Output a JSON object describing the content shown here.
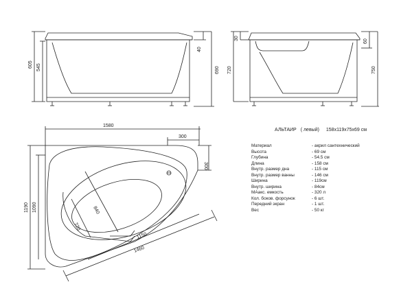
{
  "title": {
    "model": "АЛЬТАИР",
    "variant": "( левый)",
    "size": "158x119x75x69 см"
  },
  "specs": [
    {
      "key": "Материал",
      "value": "- акрил сантехнический"
    },
    {
      "key": "Высота",
      "value": "- 69 см"
    },
    {
      "key": "Глубина",
      "value": "- 54.5 см"
    },
    {
      "key": "Длина",
      "value": "- 158 см"
    },
    {
      "key": "Внутр. размер дна",
      "value": "- 115 см"
    },
    {
      "key": "Внутр. размер ванны",
      "value": "- 146 см"
    },
    {
      "key": "Ширина",
      "value": "- 119см"
    },
    {
      "key": "Внутр. ширина",
      "value": "- 84см"
    },
    {
      "key": "МАакс. емкость",
      "value": "- 320 л"
    },
    {
      "key": "Кол. боков. форсунок",
      "value": "- 6 шт."
    },
    {
      "key": "Передний экран",
      "value": "- 1 шт."
    },
    {
      "key": "Вес",
      "value": "- 50 кг"
    }
  ],
  "dimensions": {
    "front_height_total": "605",
    "front_depth": "545",
    "front_rim": "40",
    "front_overall": "690",
    "side_rim": "30",
    "side_height": "720",
    "side_right_rim": "60",
    "side_overall": "750",
    "plan_length": "1580",
    "plan_corner_x": "300",
    "plan_corner_y": "300",
    "plan_width": "1190",
    "plan_width_inner": "1090",
    "plan_inner_length": "1460",
    "plan_bottom_length": "1150",
    "plan_inner_width": "840",
    "plan_bottom_width": "720"
  }
}
